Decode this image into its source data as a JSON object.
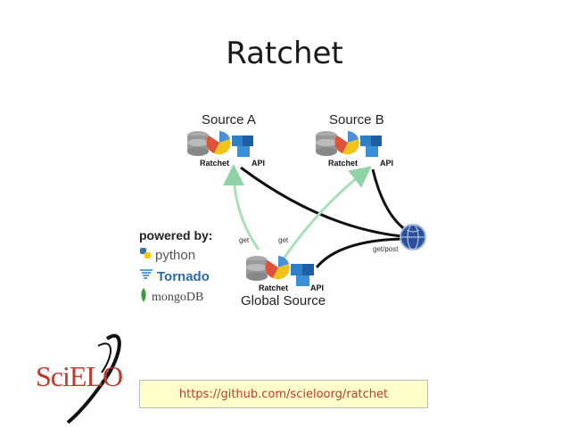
{
  "slide": {
    "title": "Ratchet"
  },
  "diagram": {
    "nodes": {
      "source_a": {
        "label": "Source A",
        "left_tag": "Ratchet",
        "right_tag": "API"
      },
      "source_b": {
        "label": "Source B",
        "left_tag": "Ratchet",
        "right_tag": "API"
      },
      "global_source": {
        "label": "Global Source",
        "left_tag": "Ratchet",
        "right_tag": "API"
      }
    },
    "edge_labels": {
      "get_left": "get",
      "get_right": "get",
      "get_post": "get/post"
    },
    "colors": {
      "green_arrow": "#a8e0b8",
      "black_line": "#111111",
      "globe": "#2b4f9a"
    }
  },
  "powered_by": {
    "heading": "powered by:",
    "items": [
      "python",
      "Tornado",
      "mongoDB"
    ]
  },
  "footer": {
    "url": "https://github.com/scieloorg/ratchet",
    "logo_text": "SciELO"
  }
}
